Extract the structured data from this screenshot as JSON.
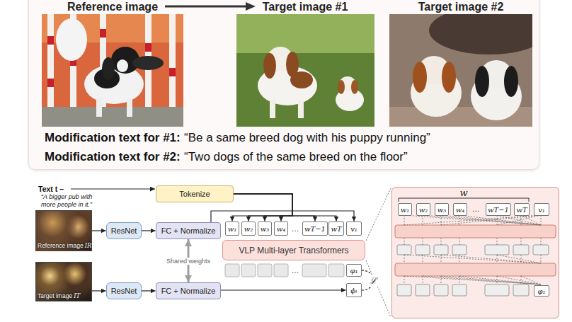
{
  "diagram": {
    "nodes": [
      {
        "text": [
          "Reference image",
          "Target image #1",
          "Target image #2",
          "Modification text for #1:",
          "“Be a same breed dog with his puppy running”",
          "Modification text for #2:",
          "“Two dogs of the same breed on the floor”"
        ]
      },
      {
        "text": [
          "Tokenize"
        ]
      },
      {
        "text": [
          "Reference image",
          "IR"
        ]
      },
      {
        "text": [
          "ResNet"
        ]
      },
      {
        "text": [
          "FC + Normalize"
        ]
      },
      {
        "text": [
          "w₁"
        ]
      },
      {
        "text": [
          "w₂"
        ]
      },
      {
        "text": [
          "w₃"
        ]
      },
      {
        "text": [
          "w₄"
        ]
      },
      {
        "text": [
          "wT−1"
        ]
      },
      {
        "text": [
          "wT"
        ]
      },
      {
        "text": [
          "v₁"
        ]
      },
      {
        "text": [
          "VLP Multi-layer Transformers"
        ]
      },
      {
        "text": [
          "φ₁"
        ]
      },
      {
        "text": [
          "Target image",
          "IT"
        ]
      },
      {
        "text": [
          "ResNet"
        ]
      },
      {
        "text": [
          "FC + Normalize"
        ]
      },
      {
        "text": [
          "ϕₜ"
        ]
      },
      {
        "text": [
          "w"
        ]
      },
      {
        "text": [
          "w₁"
        ],
        "in": 18
      },
      {
        "text": [
          "w₂"
        ],
        "in": 18
      },
      {
        "text": [
          "w₃"
        ],
        "in": 18
      },
      {
        "text": [
          "w₄"
        ],
        "in": 18
      },
      {
        "text": [
          "wT−1"
        ],
        "in": 18
      },
      {
        "text": [
          "wT"
        ],
        "in": 18
      },
      {
        "text": [
          "v₁"
        ],
        "in": 18
      },
      {
        "text": [
          "φ₁"
        ],
        "in": 18
      }
    ],
    "edges": [
      {
        "from": 1,
        "to": 5,
        "arrow": "to"
      },
      {
        "from": 1,
        "to": 6,
        "arrow": "to"
      },
      {
        "from": 1,
        "to": 7,
        "arrow": "to"
      },
      {
        "from": 1,
        "to": 8,
        "arrow": "to"
      },
      {
        "from": 1,
        "to": 9,
        "arrow": "to"
      },
      {
        "from": 1,
        "to": 10,
        "arrow": "to"
      },
      {
        "from": 4,
        "to": 11,
        "arrow": "to"
      },
      {
        "from": 2,
        "to": 3,
        "arrow": "to"
      },
      {
        "from": 3,
        "to": 4,
        "arrow": "to"
      },
      {
        "from": 14,
        "to": 15,
        "arrow": "to"
      },
      {
        "from": 15,
        "to": 16,
        "arrow": "to"
      },
      {
        "from": 16,
        "to": 4,
        "label": "Shared weights",
        "arrow": "both"
      },
      {
        "from": 13,
        "to": 17,
        "label": "ℒ",
        "arrow": "none"
      },
      {
        "from": 16,
        "to": 17,
        "arrow": "to"
      }
    ],
    "labels": [
      "Text t –",
      "“A bigger pub with more people in it.”",
      "…",
      "…",
      "…"
    ]
  }
}
